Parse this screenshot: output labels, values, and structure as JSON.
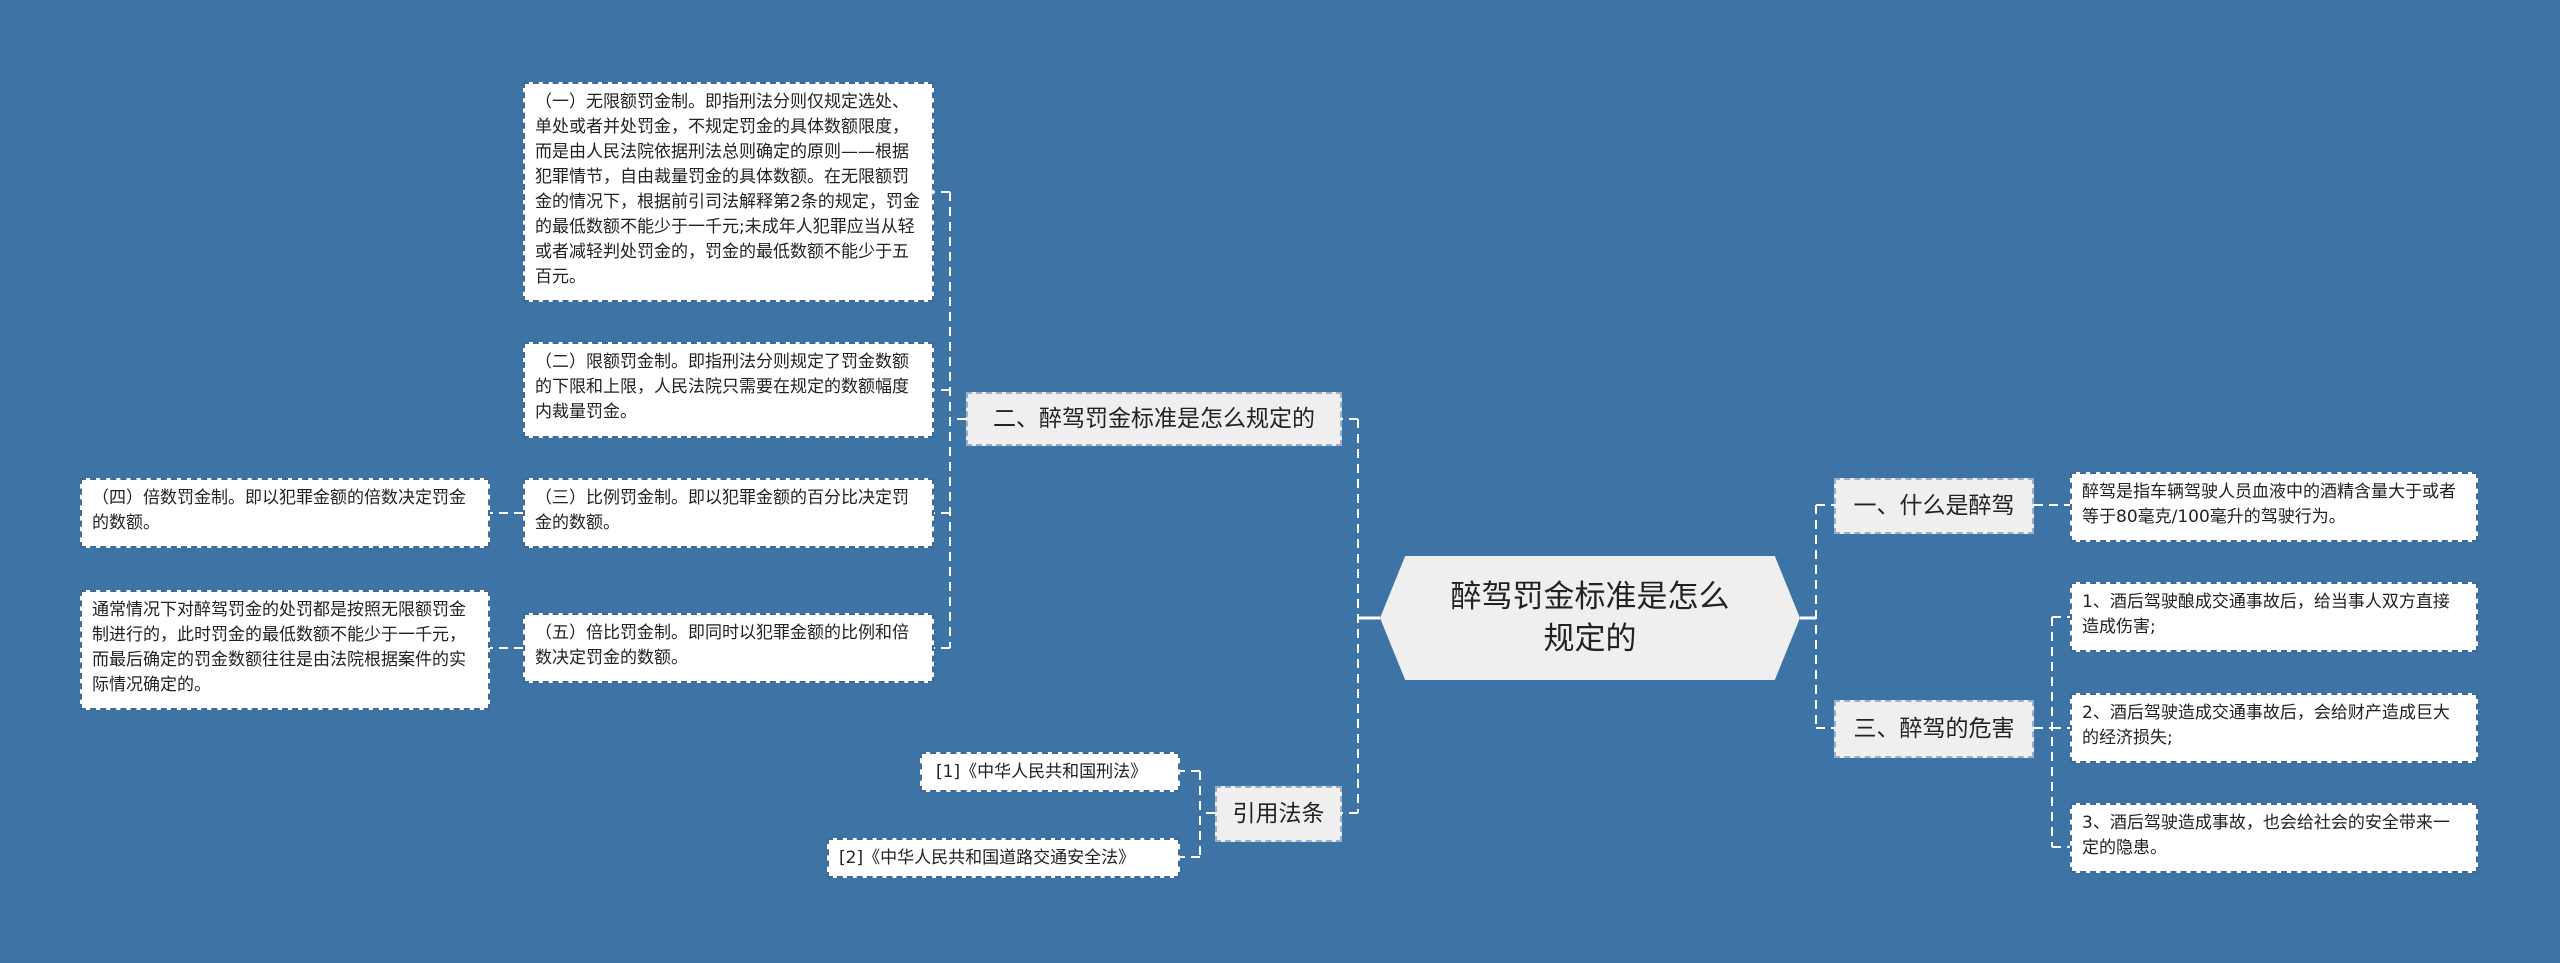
{
  "colors": {
    "background": "#3e74a5",
    "branch_fill": "#efefef",
    "leaf_fill": "#ffffff",
    "connector": "#ffffff"
  },
  "center": {
    "title": "醉驾罚金标准是怎么规定的"
  },
  "left_branches": [
    {
      "label": "二、醉驾罚金标准是怎么规定的",
      "children": [
        {
          "text": "（一）无限额罚金制。即指刑法分则仅规定选处、单处或者并处罚金，不规定罚金的具体数额限度，而是由人民法院依据刑法总则确定的原则——根据犯罪情节，自由裁量罚金的具体数额。在无限额罚金的情况下，根据前引司法解释第2条的规定，罚金的最低数额不能少于一千元;未成年人犯罪应当从轻或者减轻判处罚金的，罚金的最低数额不能少于五百元。"
        },
        {
          "text": "（二）限额罚金制。即指刑法分则规定了罚金数额的下限和上限，人民法院只需要在规定的数额幅度内裁量罚金。"
        },
        {
          "text": "（三）比例罚金制。即以犯罪金额的百分比决定罚金的数额。",
          "children": [
            {
              "text": "（四）倍数罚金制。即以犯罪金额的倍数决定罚金的数额。"
            }
          ]
        },
        {
          "text": "（五）倍比罚金制。即同时以犯罪金额的比例和倍数决定罚金的数额。",
          "children": [
            {
              "text": "通常情况下对醉驾罚金的处罚都是按照无限额罚金制进行的，此时罚金的最低数额不能少于一千元，而最后确定的罚金数额往往是由法院根据案件的实际情况确定的。"
            }
          ]
        }
      ]
    },
    {
      "label": "引用法条",
      "children": [
        {
          "text": "[1]《中华人民共和国刑法》"
        },
        {
          "text": "[2]《中华人民共和国道路交通安全法》"
        }
      ]
    }
  ],
  "right_branches": [
    {
      "label": "一、什么是醉驾",
      "children": [
        {
          "text": "醉驾是指车辆驾驶人员血液中的酒精含量大于或者等于80毫克/100毫升的驾驶行为。"
        }
      ]
    },
    {
      "label": "三、醉驾的危害",
      "children": [
        {
          "text": "1、酒后驾驶酿成交通事故后，给当事人双方直接造成伤害;"
        },
        {
          "text": "2、酒后驾驶造成交通事故后，会给财产造成巨大的经济损失;"
        },
        {
          "text": "3、酒后驾驶造成事故，也会给社会的安全带来一定的隐患。"
        }
      ]
    }
  ]
}
